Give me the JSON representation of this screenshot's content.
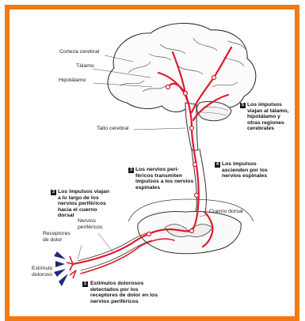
{
  "colors": {
    "border": "#f07a14",
    "pathway": "#e01a2a",
    "ink": "#333333",
    "pain": "#1f2a7a"
  },
  "labels": {
    "corteza": "Corteza cerebral",
    "talamo": "Tálamo",
    "hipotalamo": "Hipotálamo",
    "tallo": "Tallo cerebral",
    "cuerno": "Cuerno dorsal",
    "nervios": "Nervios\nperiféricos",
    "receptores": "Receptores\nde dolor",
    "estimulo": "Estímulo\ndoloroso"
  },
  "steps": [
    {
      "num": "1",
      "text": "Estímulos dolorosos\ndetectados por los\nreceptores de dolor en los\nnervios periféricos"
    },
    {
      "num": "2",
      "text": "Los impulsos viajan\na lo largo de los\nnervios periféricos\nhacia el cuerno\ndorsal"
    },
    {
      "num": "3",
      "text": "Los nervios peri-\nféricos transmiten\nimpulsos a los nervios\nespinales"
    },
    {
      "num": "4",
      "text": "Los impulsos\nascienden por los\nnervios espinales"
    },
    {
      "num": "5",
      "text": "Los impulsos\nviajan al tálamo,\nhipotálamo y\notras regiones\ncerebrales"
    }
  ]
}
